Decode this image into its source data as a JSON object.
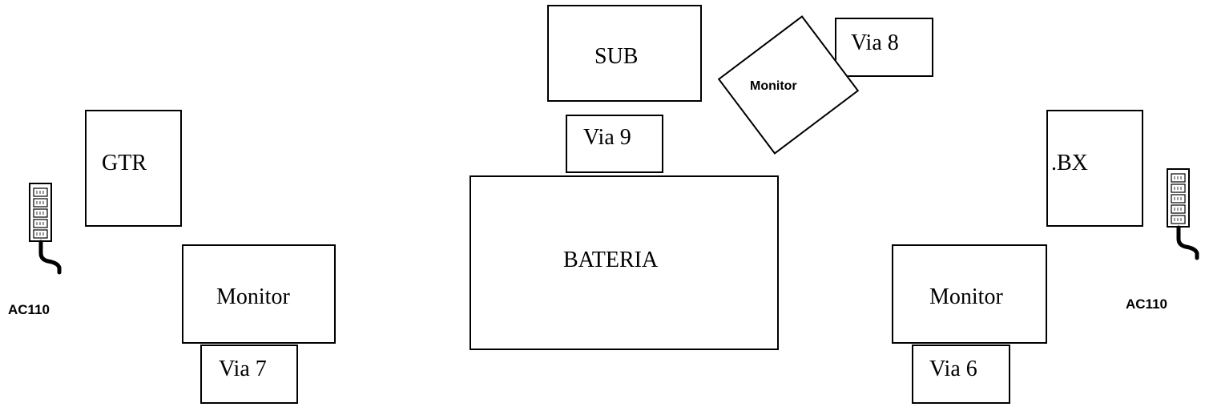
{
  "boxes": {
    "sub": "SUB",
    "via8": "Via 8",
    "monitor_rotated": "Monitor",
    "via9": "Via 9",
    "bateria": "BATERIA",
    "gtr": "GTR",
    "bx": ".BX",
    "monitor_left": "Monitor",
    "monitor_right": "Monitor",
    "via7": "Via 7",
    "via6": "Via 6"
  },
  "power": {
    "left_label": "AC110",
    "right_label": "AC110"
  },
  "icons": {
    "left": "power-strip-icon",
    "right": "power-strip-icon"
  }
}
